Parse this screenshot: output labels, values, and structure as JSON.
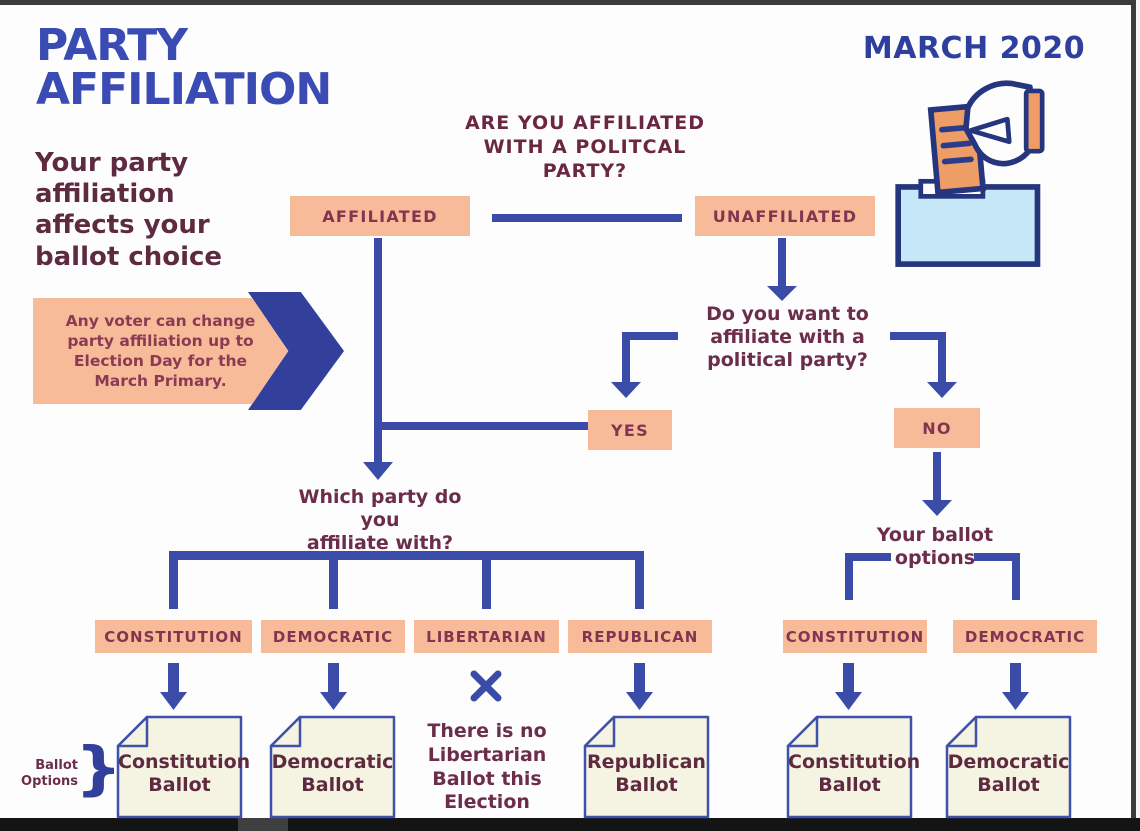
{
  "title": "PARTY\nAFFILIATION",
  "subtitle": "Your party\naffiliation\naffects your\nballot choice",
  "date": "MARCH 2020",
  "banner": {
    "text": "Any voter can change\nparty affiliation up to\nElection Day for the\nMarch Primary."
  },
  "flow": {
    "main_question": "ARE YOU AFFILIATED\nWITH A POLITCAL\nPARTY?",
    "affiliated_label": "AFFILIATED",
    "unaffiliated_label": "UNAFFILIATED",
    "unaffiliated_question": "Do you want to\naffiliate with a\npolitical party?",
    "yes_label": "YES",
    "no_label": "NO",
    "which_party_question": "Which party do you\naffiliate with?",
    "ballot_options_label": "Your ballot\noptions",
    "parties": [
      {
        "label": "CONSTITUTION",
        "ballot": "Constitution\nBallot"
      },
      {
        "label": "DEMOCRATIC",
        "ballot": "Democratic\nBallot"
      },
      {
        "label": "LIBERTARIAN",
        "note": "There is no\nLibertarian\nBallot this\nElection"
      },
      {
        "label": "REPUBLICAN",
        "ballot": "Republican\nBallot"
      }
    ],
    "unaffiliated_parties": [
      {
        "label": "CONSTITUTION",
        "ballot": "Constitution\nBallot"
      },
      {
        "label": "DEMOCRATIC",
        "ballot": "Democratic\nBallot"
      }
    ]
  },
  "legend": {
    "label": "Ballot\nOptions",
    "brace_glyph": "}"
  },
  "icons": {
    "ballot_box": "ballot-box-icon",
    "x_mark": "x-mark-icon",
    "brace": "curly-brace-icon",
    "banner_arrow": "chevron-right-icon"
  },
  "colors": {
    "line_blue": "#3a4ba8",
    "title_blue": "#3a4bb4",
    "date_blue": "#2e3f9e",
    "peach": "#f7bb9a",
    "maroon": "#6b2d49",
    "label_maroon": "#83344f",
    "cream": "#f5f3e2",
    "box_lightblue": "#c5e7f8",
    "ballot_orange": "#ef9d66",
    "dark_navy": "#25357e"
  }
}
